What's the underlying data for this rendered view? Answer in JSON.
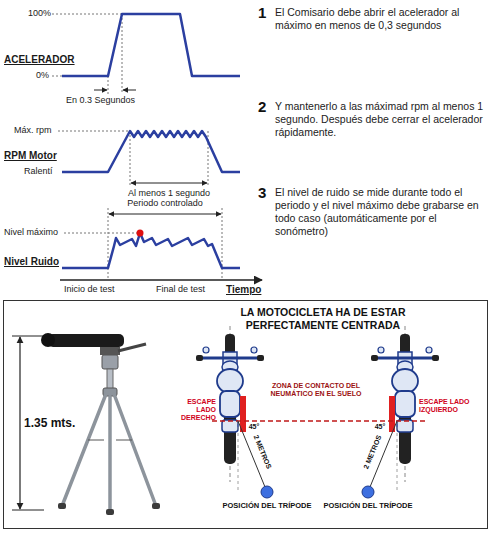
{
  "diagram": {
    "nodes": [
      {
        "text": [
          "LA MOTOCICLETA HA DE ESTAR PERFECTAMENTE CENTRADA"
        ]
      }
    ],
    "labels": [
      "ACELERADOR",
      "100%",
      "0%",
      "En 0.3 Segundos",
      "RPM Motor",
      "Máx. rpm",
      "Ralentí",
      "Al menos 1 segundo",
      "Nivel Ruido",
      "Nivel máximo",
      "Periodo controlado",
      "Inicio de test",
      "Final de test",
      "Tiempo",
      "1",
      "El Comisario debe abrir el acelerador al máximo en menos de 0,3 segundos",
      "2",
      "Y mantenerlo a las máximad rpm al menos 1 segundo. Después debe cerrar el acelerador rápidamente.",
      "3",
      "El nivel de ruido se mide durante todo el periodo y el nivel máximo debe grabarse en todo caso (automáticamente por el sonómetro)",
      "1.35 mts.",
      "ESCAPE LADO DERECHO",
      "ZONA DE CONTACTO DEL NEUMÁTICO EN EL SUELO",
      "ESCAPE LADO IZQUIERDO",
      "2 METROS",
      "45°",
      "2 METROS",
      "45°",
      "POSICIÓN DEL TRÍPODE",
      "POSICIÓN DEL TRÍPODE"
    ]
  }
}
